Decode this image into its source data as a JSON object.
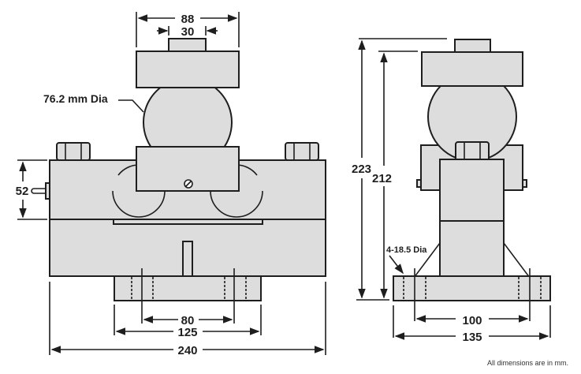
{
  "front_view": {
    "dim_top_plate_width": "88",
    "dim_top_button_width": "30",
    "ball_label": "76.2 mm Dia",
    "dim_body_height": "52",
    "dim_hole_spacing": "80",
    "dim_base_width": "125",
    "dim_overall_length": "240"
  },
  "side_view": {
    "dim_overall_height": "223",
    "dim_height_to_plate": "212",
    "hole_label": "4-18.5 Dia",
    "dim_hole_spacing": "100",
    "dim_base_width": "135"
  },
  "footer_note": "All dimensions are in mm.",
  "colors": {
    "part_fill": "#dddddd",
    "stroke": "#1e1e1e"
  }
}
